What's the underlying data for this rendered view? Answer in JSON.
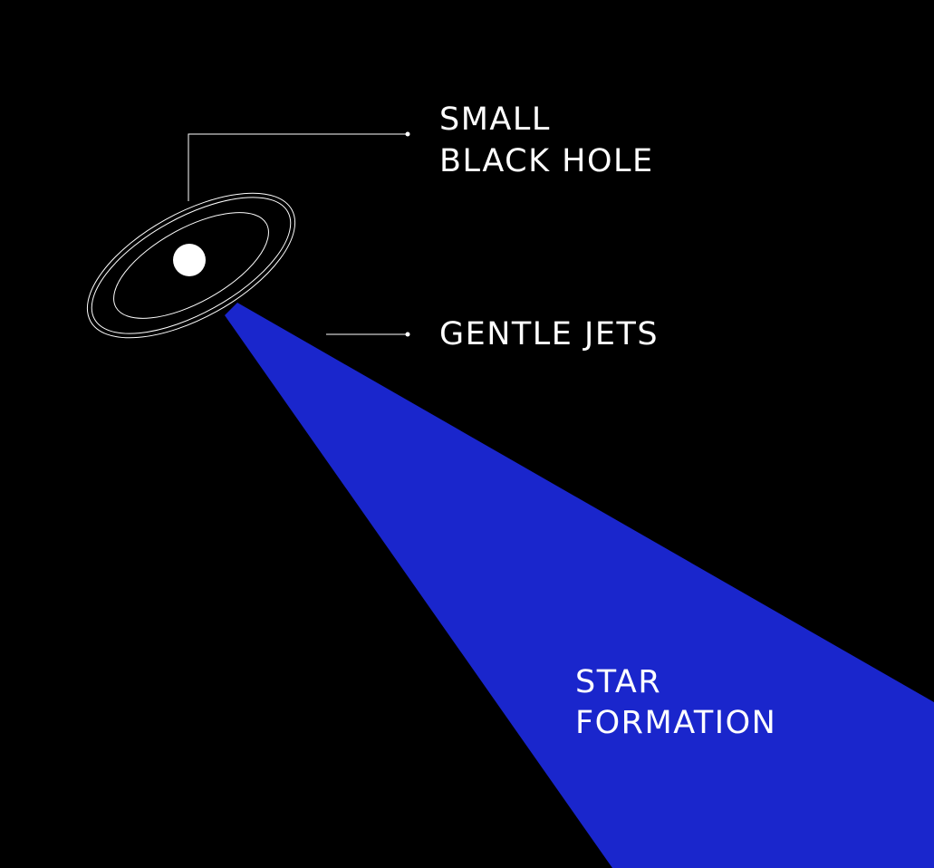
{
  "labels": {
    "black_hole_line1": "SMALL",
    "black_hole_line2": "BLACK HOLE",
    "jets": "GENTLE JETS",
    "star_formation_line1": "STAR",
    "star_formation_line2": "FORMATION"
  },
  "colors": {
    "background": "#000000",
    "jet_beam": "#1A26CC",
    "foreground": "#ffffff"
  }
}
